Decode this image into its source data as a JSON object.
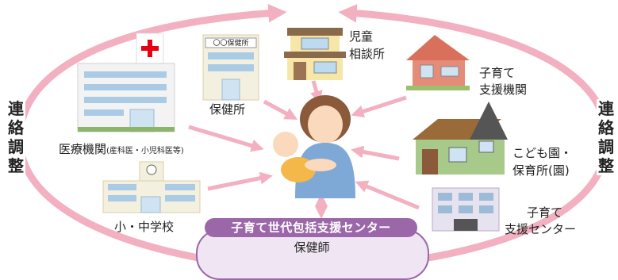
{
  "left_label": [
    "連",
    "絡",
    "調",
    "整"
  ],
  "right_label": [
    "連",
    "絡",
    "調",
    "整"
  ],
  "center": {
    "title": "子育て世代包括支援センター",
    "subtitle": "保健師"
  },
  "nodes": {
    "hospital": {
      "label": "医療機関",
      "note": "(産科医・小児科医等)"
    },
    "health_center": {
      "label": "保健所",
      "sign": "〇〇保健所"
    },
    "child_consult": {
      "line1": "児童",
      "line2": "相談所"
    },
    "childcare_support_org": {
      "line1": "子育て",
      "line2": "支援機関"
    },
    "nursery": {
      "line1": "こども園・",
      "line2": "保育所(園)"
    },
    "school": {
      "label": "小・中学校"
    },
    "support_center": {
      "line1": "子育て",
      "line2": "支援センター"
    }
  },
  "colors": {
    "arrow": "#f2b0c0",
    "accent": "#9b67a8",
    "center_fill": "#f0e6f3",
    "cross": "#e60012"
  }
}
